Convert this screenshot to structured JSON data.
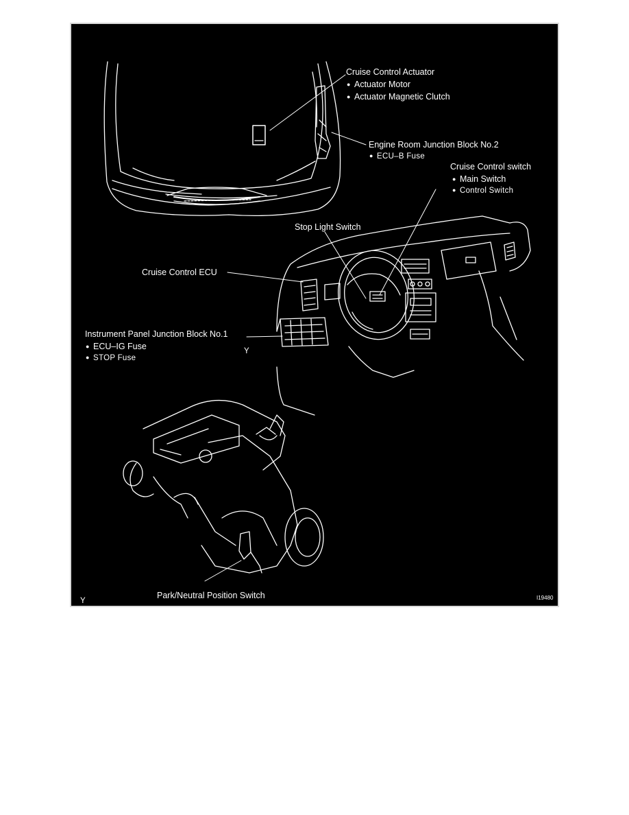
{
  "colors": {
    "background": "#000000",
    "lines": "#ffffff",
    "page": "#ffffff"
  },
  "labels": {
    "actuator": {
      "title": "Cruise Control Actuator",
      "items": [
        "Actuator Motor",
        "Actuator Magnetic Clutch"
      ]
    },
    "engine_room_jb": {
      "title": "Engine Room Junction Block No.2",
      "items": [
        "ECU–B Fuse"
      ]
    },
    "cruise_switch": {
      "title": "Cruise Control switch",
      "items": [
        "Main Switch",
        "Control Switch"
      ]
    },
    "stop_light_switch": "Stop Light Switch",
    "cruise_ecu": "Cruise Control ECU",
    "instrument_panel_jb": {
      "title": "Instrument Panel Junction Block No.1",
      "items": [
        "ECU–IG Fuse",
        "STOP Fuse"
      ]
    },
    "park_neutral_switch": "Park/Neutral Position Switch",
    "mark_y_mid": "Y",
    "mark_y_corner": "Y",
    "figure_code": "I19480"
  }
}
